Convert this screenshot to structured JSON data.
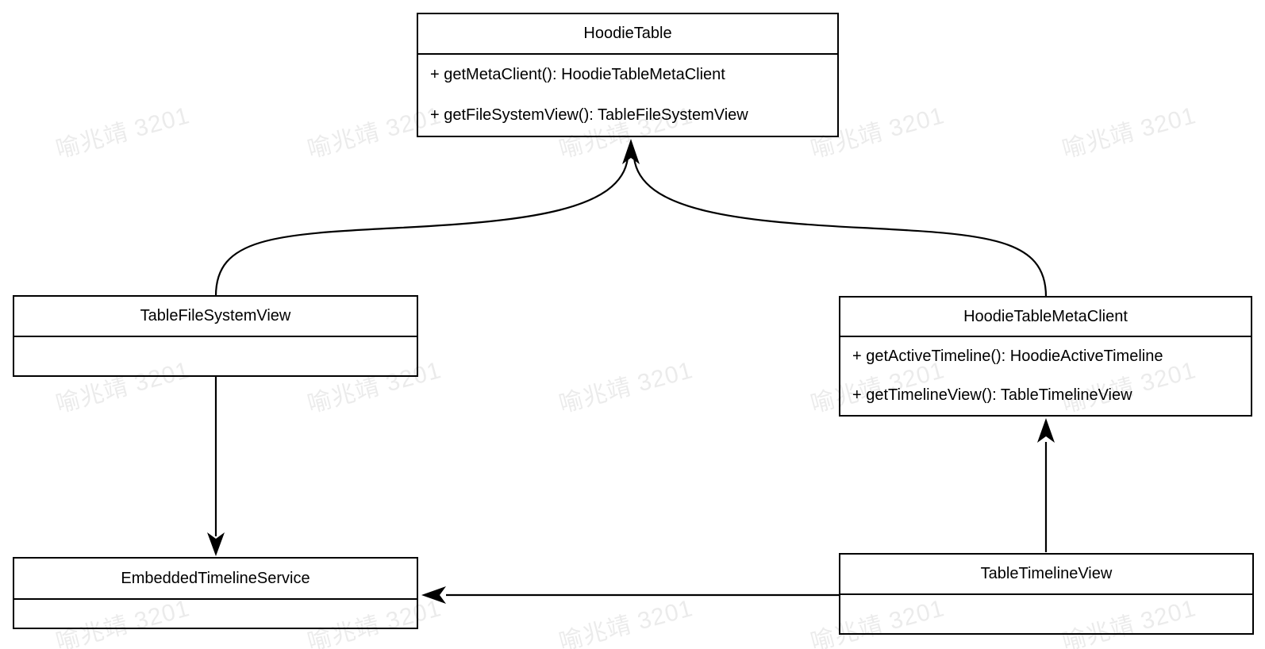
{
  "watermark": {
    "text": "喻兆靖 3201"
  },
  "classes": [
    {
      "name": "HoodieTable",
      "methods": [
        "+ getMetaClient(): HoodieTableMetaClient",
        "+ getFileSystemView(): TableFileSystemView"
      ]
    },
    {
      "name": "TableFileSystemView",
      "methods": []
    },
    {
      "name": "HoodieTableMetaClient",
      "methods": [
        "+ getActiveTimeline(): HoodieActiveTimeline",
        "+ getTimelineView(): TableTimelineView"
      ]
    },
    {
      "name": "EmbeddedTimelineService",
      "methods": []
    },
    {
      "name": "TableTimelineView",
      "methods": []
    }
  ],
  "relations": [
    {
      "from": "TableFileSystemView",
      "to": "HoodieTable"
    },
    {
      "from": "HoodieTableMetaClient",
      "to": "HoodieTable"
    },
    {
      "from": "TableFileSystemView",
      "to": "EmbeddedTimelineService"
    },
    {
      "from": "TableTimelineView",
      "to": "HoodieTableMetaClient"
    },
    {
      "from": "TableTimelineView",
      "to": "EmbeddedTimelineService"
    }
  ]
}
